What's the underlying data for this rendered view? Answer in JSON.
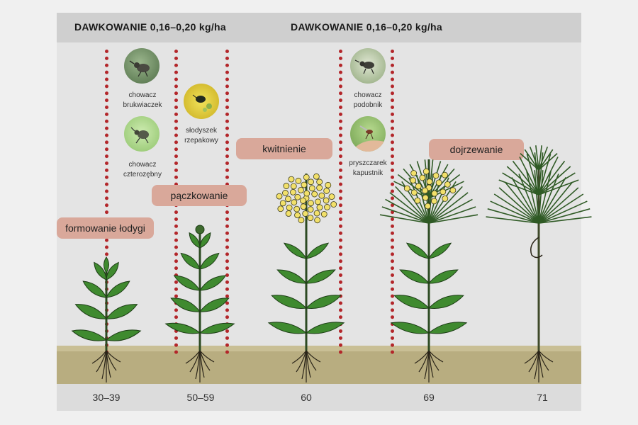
{
  "dose_labels": [
    "DAWKOWANIE 0,16–0,20 kg/ha",
    "DAWKOWANIE 0,16–0,20 kg/ha"
  ],
  "stages": [
    {
      "code": "30–39",
      "label": "formowanie łodygi"
    },
    {
      "code": "50–59",
      "label": "pączkowanie"
    },
    {
      "code": "60",
      "label": "kwitnienie"
    },
    {
      "code": "69",
      "label": "dojrzewanie"
    },
    {
      "code": "71",
      "label": ""
    }
  ],
  "pests": [
    {
      "name": "chowacz\nbrukwiaczek",
      "icon": "weevil-icon",
      "bg": "#6f8f62"
    },
    {
      "name": "chowacz\nczterozębny",
      "icon": "weevil-icon",
      "bg": "#a6cf7d"
    },
    {
      "name": "słodyszek\nrzepakowy",
      "icon": "pollen-beetle-icon",
      "bg": "#d9c22a"
    },
    {
      "name": "chowacz\npodobnik",
      "icon": "weevil-icon",
      "bg": "#a7c08f"
    },
    {
      "name": "pryszczarek\nkapustnik",
      "icon": "midge-icon",
      "bg": "#8fbf6a"
    }
  ],
  "colors": {
    "dotted_line": "#b3262a",
    "stage_pill": "#d9a89a",
    "soil": "#b8ad80",
    "leaf": "#3f8a2f",
    "flower": "#f2e06a"
  }
}
